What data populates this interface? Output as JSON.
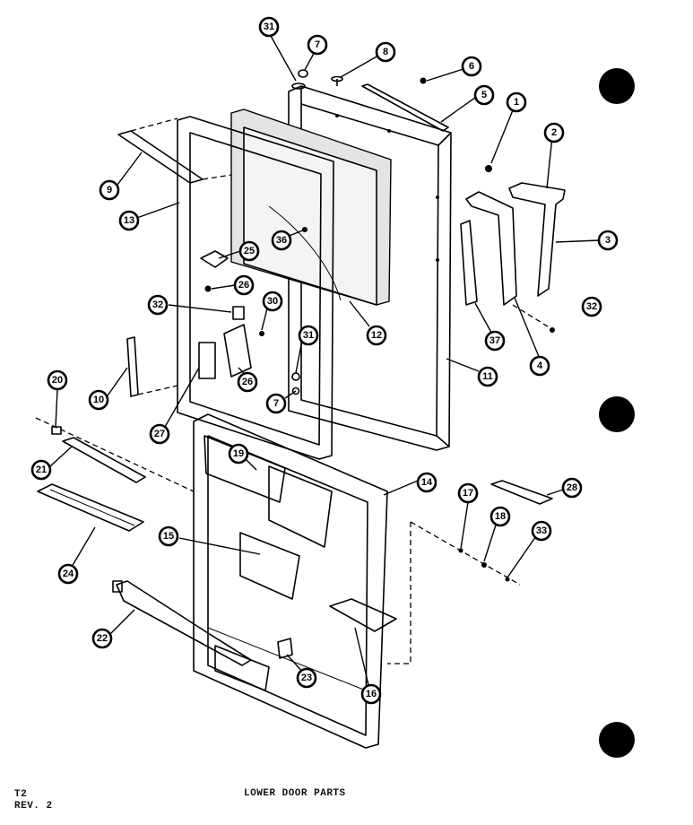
{
  "diagram": {
    "title": "LOWER DOOR PARTS",
    "sheet_id": "T2",
    "revision": "REV. 2",
    "callouts": [
      {
        "label": "31"
      },
      {
        "label": "7"
      },
      {
        "label": "8"
      },
      {
        "label": "6"
      },
      {
        "label": "5"
      },
      {
        "label": "1"
      },
      {
        "label": "2"
      },
      {
        "label": "3"
      },
      {
        "label": "9"
      },
      {
        "label": "13"
      },
      {
        "label": "36"
      },
      {
        "label": "25"
      },
      {
        "label": "26"
      },
      {
        "label": "32"
      },
      {
        "label": "30"
      },
      {
        "label": "12"
      },
      {
        "label": "32"
      },
      {
        "label": "37"
      },
      {
        "label": "4"
      },
      {
        "label": "31"
      },
      {
        "label": "11"
      },
      {
        "label": "10"
      },
      {
        "label": "26"
      },
      {
        "label": "7"
      },
      {
        "label": "27"
      },
      {
        "label": "20"
      },
      {
        "label": "21"
      },
      {
        "label": "19"
      },
      {
        "label": "14"
      },
      {
        "label": "24"
      },
      {
        "label": "15"
      },
      {
        "label": "17"
      },
      {
        "label": "18"
      },
      {
        "label": "33"
      },
      {
        "label": "28"
      },
      {
        "label": "22"
      },
      {
        "label": "16"
      },
      {
        "label": "23"
      }
    ]
  },
  "colors": {
    "ink": "#000000",
    "paper": "#ffffff",
    "foam": "#e4e4e4"
  }
}
